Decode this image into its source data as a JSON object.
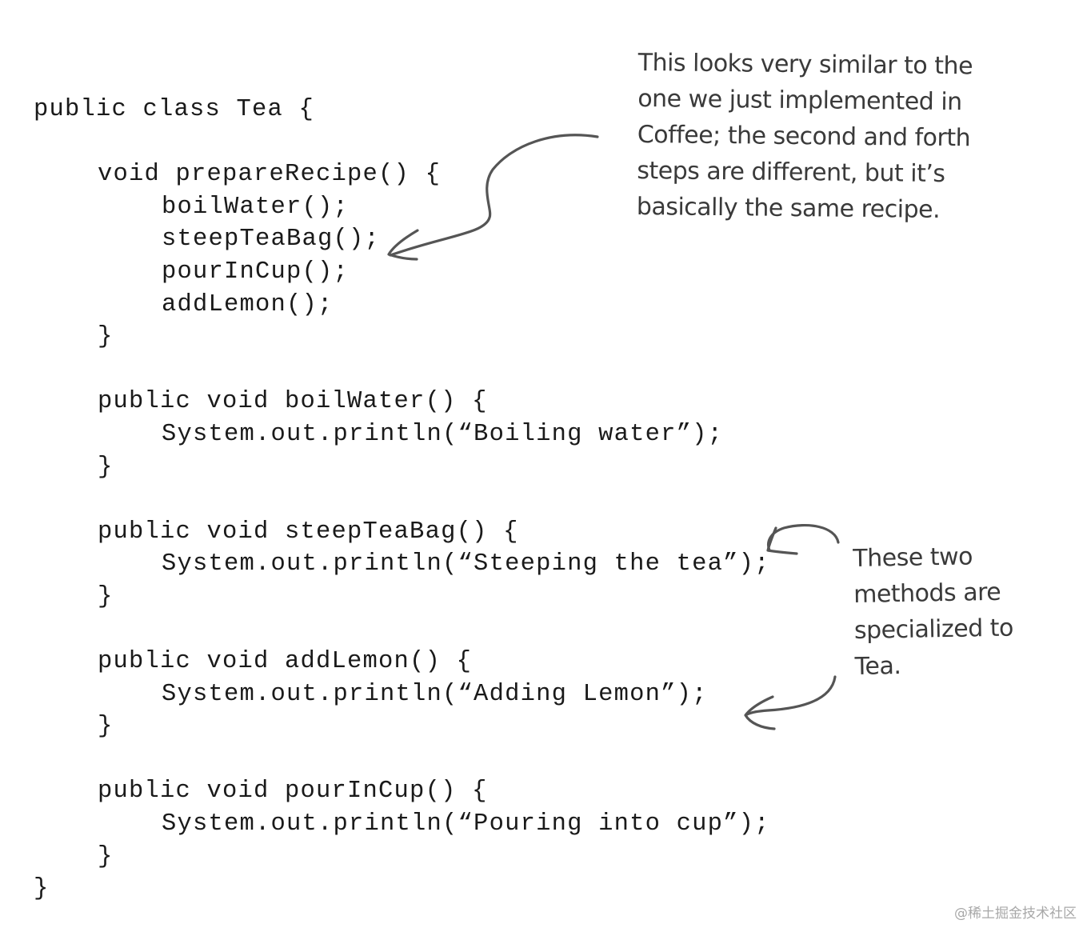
{
  "code": {
    "lines": [
      "public class Tea {",
      "",
      "void prepareRecipe() {",
      "boilWater();",
      "steepTeaBag();",
      "pourInCup();",
      "addLemon();",
      "}",
      "",
      "public void boilWater() {",
      "System.out.println(“Boiling water”);",
      "}",
      "",
      "public void steepTeaBag() {",
      "System.out.println(“Steeping the tea”);",
      "}",
      "",
      "public void addLemon() {",
      "System.out.println(“Adding Lemon”);",
      "}",
      "",
      "public void pourInCup() {",
      "System.out.println(“Pouring into cup”);",
      "}",
      "}"
    ]
  },
  "annotations": {
    "top_note": [
      "This looks very similar to the",
      "one we just implemented in",
      "Coffee; the second and forth",
      "steps are different, but it’s",
      "basically the same recipe."
    ],
    "right_note": [
      "These two",
      "methods are",
      "specialized to",
      "Tea."
    ]
  },
  "watermark": "@稀土掘金技术社区"
}
